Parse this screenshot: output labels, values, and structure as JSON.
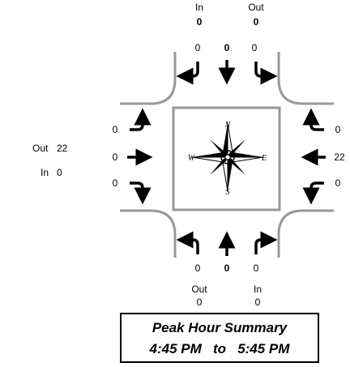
{
  "north": {
    "leg_in_label": "In",
    "leg_in_value": "0",
    "leg_out_label": "Out",
    "leg_out_value": "0",
    "movements": {
      "right": "0",
      "thru": "0",
      "left": "0"
    }
  },
  "south": {
    "leg_out_label": "Out",
    "leg_out_value": "0",
    "leg_in_label": "In",
    "leg_in_value": "0",
    "movements": {
      "left": "0",
      "thru": "0",
      "right": "0"
    }
  },
  "west": {
    "leg_out_label": "Out",
    "leg_out_value": "22",
    "leg_in_label": "In",
    "leg_in_value": "0",
    "movements": {
      "left": "0",
      "thru": "0",
      "right": "0"
    }
  },
  "east": {
    "movements": {
      "left": "0",
      "thru": "22",
      "right": "0"
    }
  },
  "compass": {
    "n": "N",
    "s": "S",
    "e": "E",
    "w": "W"
  },
  "summary": {
    "title": "Peak Hour Summary",
    "period_start": "4:45 PM",
    "period_to": "to",
    "period_end": "5:45 PM"
  }
}
